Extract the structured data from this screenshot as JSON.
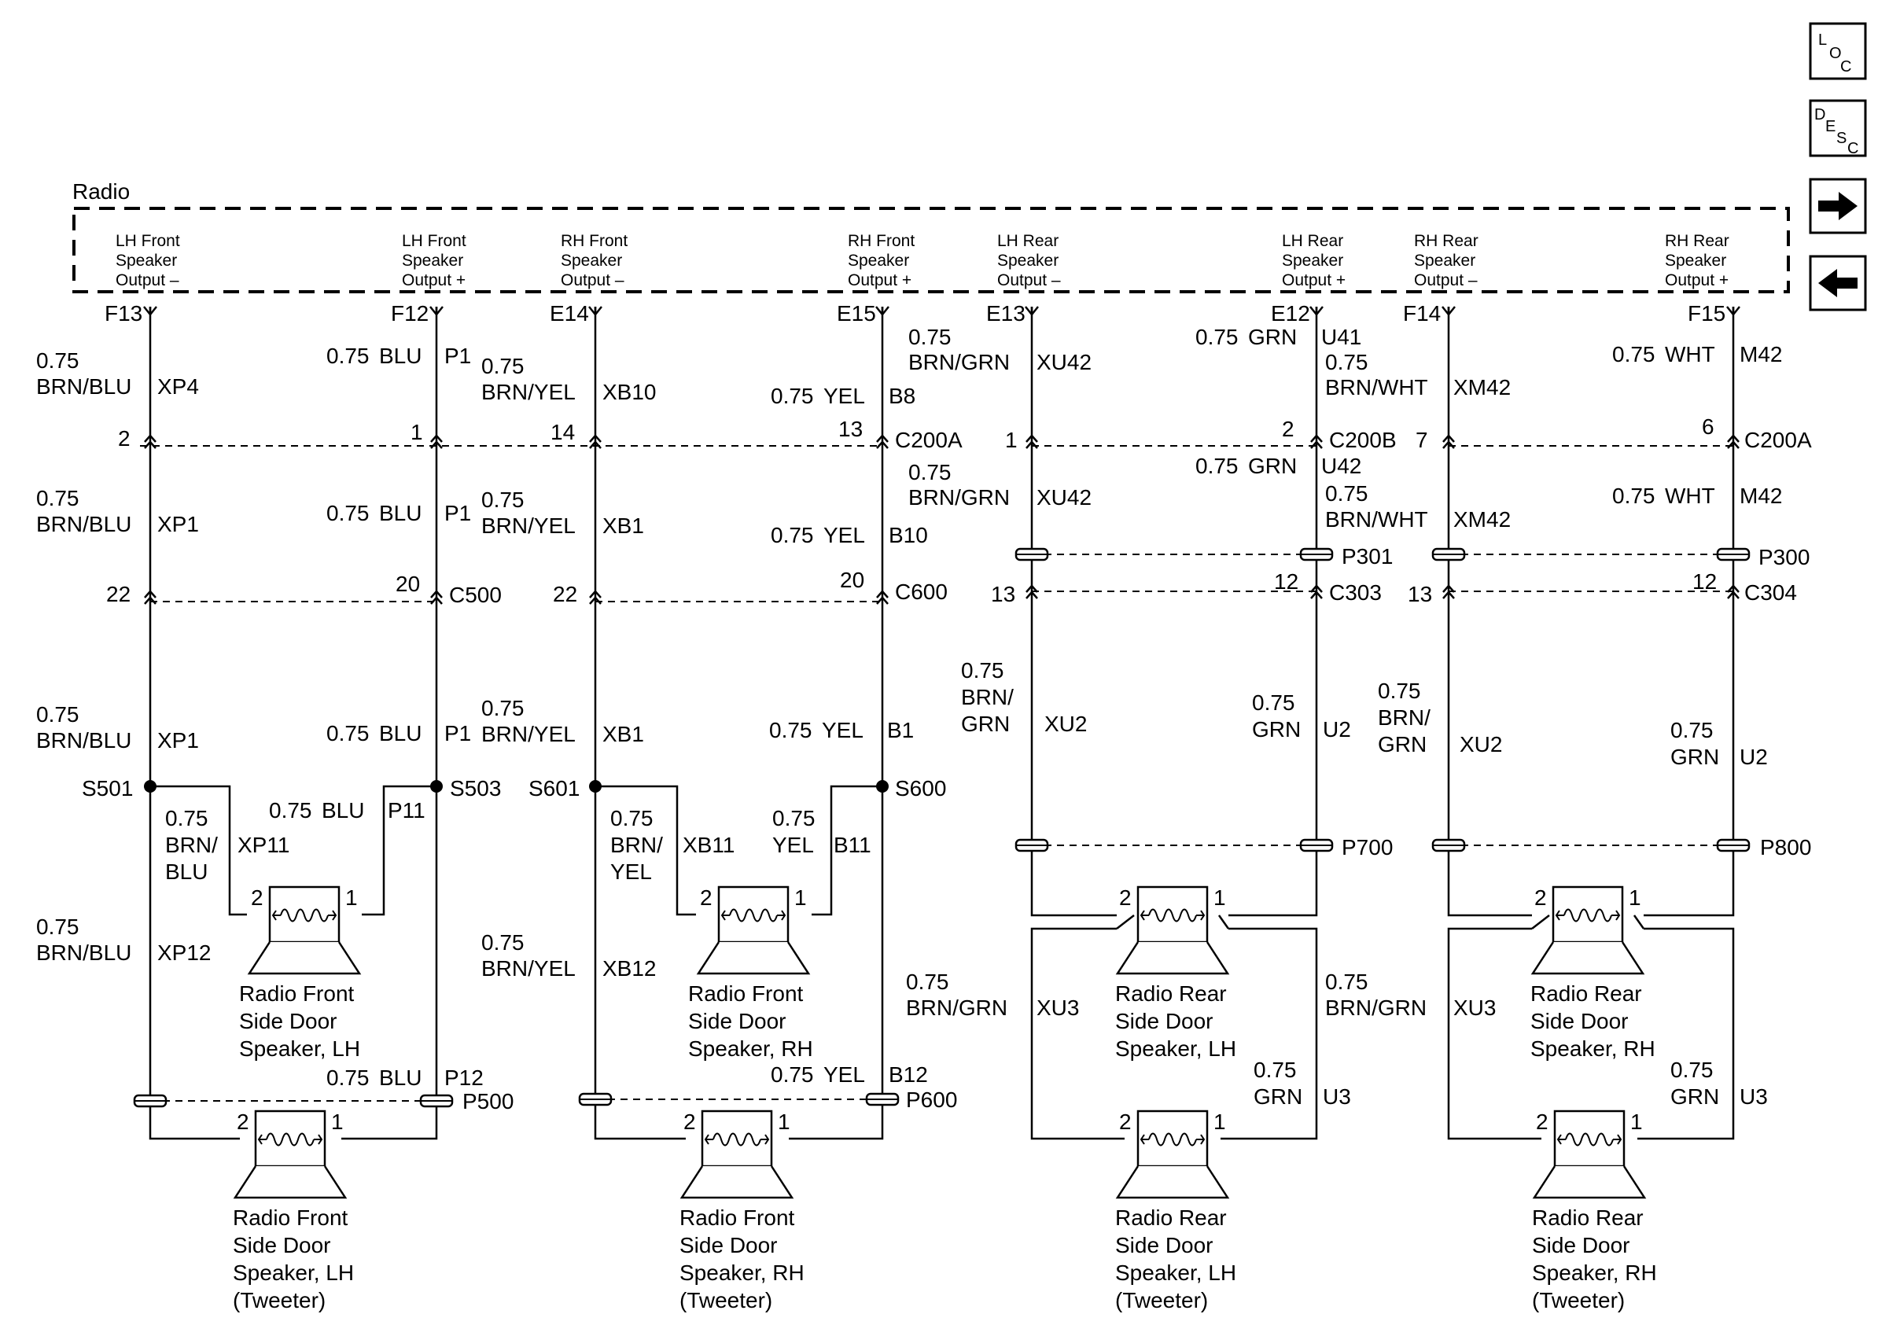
{
  "module": {
    "title": "Radio",
    "outputs": [
      {
        "line1": "LH Front",
        "line2": "Speaker",
        "line3": "Output –",
        "pin": "F13"
      },
      {
        "line1": "LH Front",
        "line2": "Speaker",
        "line3": "Output +",
        "pin": "F12"
      },
      {
        "line1": "RH Front",
        "line2": "Speaker",
        "line3": "Output –",
        "pin": "E14"
      },
      {
        "line1": "RH Front",
        "line2": "Speaker",
        "line3": "Output +",
        "pin": "E15"
      },
      {
        "line1": "LH Rear",
        "line2": "Speaker",
        "line3": "Output –",
        "pin": "E13"
      },
      {
        "line1": "LH Rear",
        "line2": "Speaker",
        "line3": "Output +",
        "pin": "E12"
      },
      {
        "line1": "RH Rear",
        "line2": "Speaker",
        "line3": "Output –",
        "pin": "F14"
      },
      {
        "line1": "RH Rear",
        "line2": "Speaker",
        "line3": "Output +",
        "pin": "F15"
      }
    ]
  },
  "nav": {
    "loc": "LOC",
    "desc": "DESC",
    "forward": "forward",
    "back": "back",
    "loc_icon": "location-icon",
    "desc_icon": "description-icon"
  },
  "wires": {
    "a1": {
      "size": "0.75",
      "color": "BRN/BLU",
      "circuit": "XP4"
    },
    "b1": {
      "size": "0.75",
      "color": "BLU",
      "circuit": "P1"
    },
    "c1": {
      "size": "0.75",
      "color": "BRN/YEL",
      "circuit": "XB10"
    },
    "d1": {
      "size": "0.75",
      "color": "YEL",
      "circuit": "B8"
    },
    "e1": {
      "size": "0.75",
      "color": "BRN/GRN",
      "circuit": "XU42"
    },
    "f1": {
      "size": "0.75",
      "color": "GRN",
      "circuit": "U41"
    },
    "g1": {
      "size": "0.75",
      "color": "BRN/WHT",
      "circuit": "XM42"
    },
    "h1": {
      "size": "0.75",
      "color": "WHT",
      "circuit": "M42"
    },
    "a2": {
      "size": "0.75",
      "color": "BRN/BLU",
      "circuit": "XP1"
    },
    "b2": {
      "size": "0.75",
      "color": "BLU",
      "circuit": "P1"
    },
    "c2": {
      "size": "0.75",
      "color": "BRN/YEL",
      "circuit": "XB1"
    },
    "d2": {
      "size": "0.75",
      "color": "YEL",
      "circuit": "B10"
    },
    "e2": {
      "size": "0.75",
      "color": "BRN/GRN",
      "circuit": "XU42"
    },
    "f2": {
      "size": "0.75",
      "color": "GRN",
      "circuit": "U42"
    },
    "g2": {
      "size": "0.75",
      "color": "BRN/WHT",
      "circuit": "XM42"
    },
    "h2": {
      "size": "0.75",
      "color": "WHT",
      "circuit": "M42"
    },
    "a3": {
      "size": "0.75",
      "color": "BRN/BLU",
      "circuit": "XP1"
    },
    "b3": {
      "size": "0.75",
      "color": "BLU",
      "circuit": "P1"
    },
    "c3": {
      "size": "0.75",
      "color": "BRN/YEL",
      "circuit": "XB1"
    },
    "d3": {
      "size": "0.75",
      "color": "YEL",
      "circuit": "B1"
    },
    "e3": {
      "size": "0.75",
      "color1": "BRN/",
      "color2": "GRN",
      "circuit": "XU2"
    },
    "f3": {
      "size": "0.75",
      "color": "GRN",
      "circuit": "U2"
    },
    "g3": {
      "size": "0.75",
      "color1": "BRN/",
      "color2": "GRN",
      "circuit": "XU2"
    },
    "h3": {
      "size": "0.75",
      "color": "GRN",
      "circuit": "U2"
    },
    "a4": {
      "size": "0.75",
      "color1": "BRN/",
      "color2": "BLU",
      "circuit": "XP11"
    },
    "b4": {
      "size": "0.75",
      "color": "BLU",
      "circuit": "P11"
    },
    "c4": {
      "size": "0.75",
      "color1": "BRN/",
      "color2": "YEL",
      "circuit": "XB11"
    },
    "d4": {
      "size": "0.75",
      "color": "YEL",
      "circuit": "B11"
    },
    "a5": {
      "size": "0.75",
      "color": "BRN/BLU",
      "circuit": "XP12"
    },
    "b5": {
      "size": "0.75",
      "color": "BLU",
      "circuit": "P12"
    },
    "c5": {
      "size": "0.75",
      "color": "BRN/YEL",
      "circuit": "XB12"
    },
    "d5": {
      "size": "0.75",
      "color": "YEL",
      "circuit": "B12"
    },
    "e5": {
      "size": "0.75",
      "color": "BRN/GRN",
      "circuit": "XU3"
    },
    "f5": {
      "size": "0.75",
      "color": "GRN",
      "circuit": "U3"
    },
    "g5": {
      "size": "0.75",
      "color": "BRN/GRN",
      "circuit": "XU3"
    },
    "h5": {
      "size": "0.75",
      "color": "GRN",
      "circuit": "U3"
    }
  },
  "connectors": {
    "c200a_left": {
      "name": "C200A",
      "pins": [
        "2",
        "1",
        "14",
        "13"
      ]
    },
    "c200a_right": {
      "name": "C200A",
      "pin": "6"
    },
    "c200b": {
      "name": "C200B",
      "pins": [
        "1",
        "2"
      ]
    },
    "c200_rh_rear_pin": "7",
    "c500": {
      "name": "C500",
      "pins": [
        "22",
        "20"
      ]
    },
    "c600": {
      "name": "C600",
      "pins": [
        "22",
        "20"
      ]
    },
    "c303": {
      "name": "C303",
      "pins": [
        "13",
        "12"
      ]
    },
    "c304": {
      "name": "C304",
      "pins": [
        "13",
        "12"
      ]
    },
    "p301": "P301",
    "p300": "P300",
    "p700": "P700",
    "p800": "P800",
    "p500": "P500",
    "p600": "P600"
  },
  "splices": {
    "s501": "S501",
    "s503": "S503",
    "s601": "S601",
    "s600": "S600"
  },
  "speakers": [
    {
      "id": "flh",
      "lines": [
        "Radio Front",
        "Side Door",
        "Speaker, LH"
      ],
      "pin_neg": "2",
      "pin_pos": "1"
    },
    {
      "id": "frh",
      "lines": [
        "Radio Front",
        "Side Door",
        "Speaker, RH"
      ],
      "pin_neg": "2",
      "pin_pos": "1"
    },
    {
      "id": "rlh",
      "lines": [
        "Radio Rear",
        "Side Door",
        "Speaker, LH"
      ],
      "pin_neg": "2",
      "pin_pos": "1"
    },
    {
      "id": "rrh",
      "lines": [
        "Radio Rear",
        "Side Door",
        "Speaker, RH"
      ],
      "pin_neg": "2",
      "pin_pos": "1"
    },
    {
      "id": "flht",
      "lines": [
        "Radio Front",
        "Side Door",
        "Speaker, LH",
        "(Tweeter)"
      ],
      "pin_neg": "2",
      "pin_pos": "1"
    },
    {
      "id": "frht",
      "lines": [
        "Radio Front",
        "Side Door",
        "Speaker, RH",
        "(Tweeter)"
      ],
      "pin_neg": "2",
      "pin_pos": "1"
    },
    {
      "id": "rlht",
      "lines": [
        "Radio Rear",
        "Side Door",
        "Speaker, LH",
        "(Tweeter)"
      ],
      "pin_neg": "2",
      "pin_pos": "1"
    },
    {
      "id": "rrht",
      "lines": [
        "Radio Rear",
        "Side Door",
        "Speaker, RH",
        "(Tweeter)"
      ],
      "pin_neg": "2",
      "pin_pos": "1"
    }
  ]
}
